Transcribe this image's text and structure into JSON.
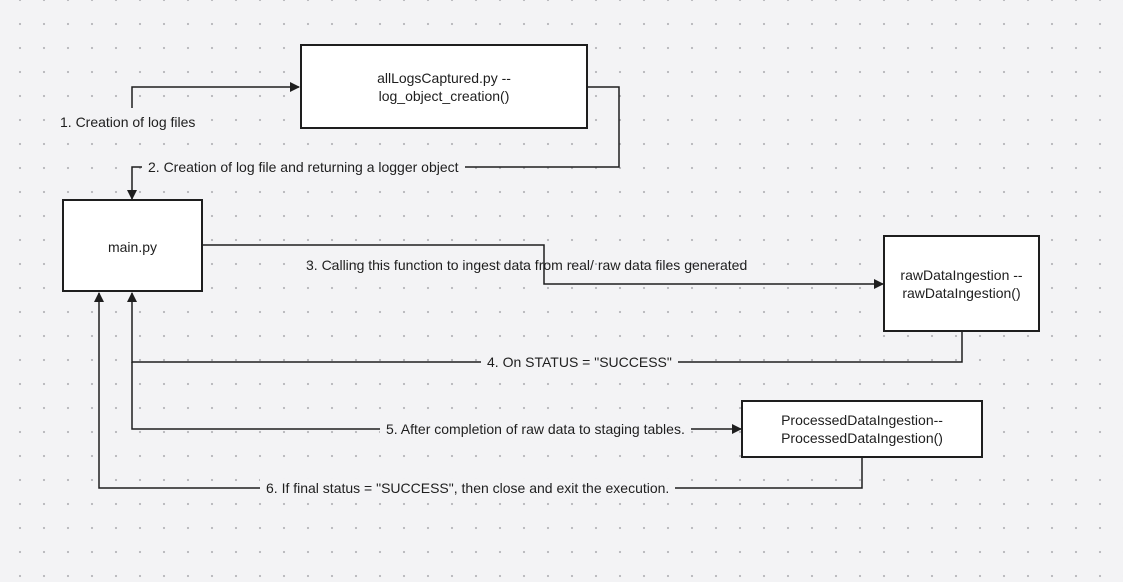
{
  "nodes": {
    "all_logs": "allLogsCaptured.py --\nlog_object_creation()",
    "main": "main.py",
    "raw_ingestion": "rawDataIngestion --\nrawDataIngestion()",
    "processed_ingestion": "ProcessedDataIngestion--\nProcessedDataIngestion()"
  },
  "edges": {
    "step1": "1.  Creation of log files",
    "step2": "2.  Creation of log file and returning a logger object",
    "step3": "3.  Calling this function to ingest data from real/ raw data files generated",
    "step4": "4.  On STATUS = \"SUCCESS\"",
    "step5": "5.  After completion of raw data to staging tables.",
    "step6": "6.  If final status = \"SUCCESS\", then close and exit the execution."
  }
}
